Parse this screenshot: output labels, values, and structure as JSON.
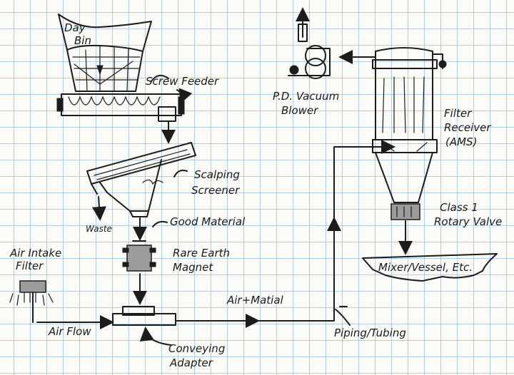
{
  "labels": {
    "day_bin_1": "Day",
    "day_bin_2": "Bin",
    "screw_feeder": "Screw Feeder",
    "scalping_1": "Scalping",
    "scalping_2": "Screener",
    "waste": "Waste",
    "good_material": "Good Material",
    "magnet_1": "Rare Earth",
    "magnet_2": "Magnet",
    "air_intake_1": "Air Intake",
    "air_intake_2": "Filter",
    "air_flow": "Air Flow",
    "air_material": "Air+Matial",
    "conveying_1": "Conveying",
    "conveying_2": "Adapter",
    "piping": "Piping/Tubing",
    "vacuum_1": "P.D. Vacuum",
    "vacuum_2": "Blower",
    "filter_1": "Filter",
    "filter_2": "Receiver",
    "filter_3": "(AMS)",
    "valve_1": "Class 1",
    "valve_2": "Rotary Valve",
    "mixer": "Mixer/Vessel, Etc."
  }
}
